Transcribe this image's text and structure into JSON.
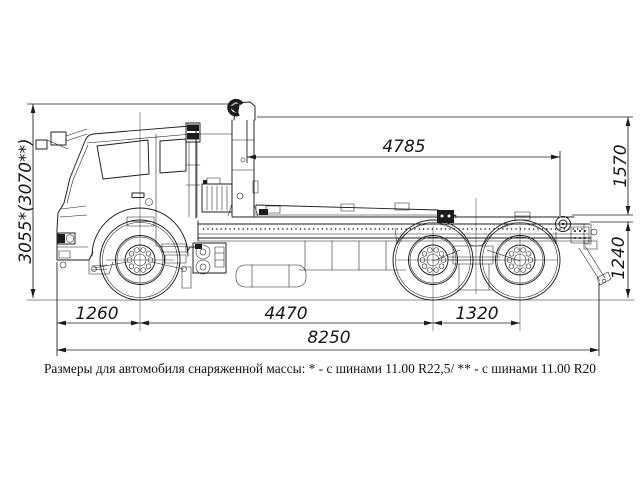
{
  "caption": "Размеры для автомобиля снаряженной массы: * - с шинами 11.00 R22,5/ ** - с шинами 11.00 R20",
  "dimensions": {
    "overall_height": "3055*(3070**)",
    "hook_to_roller_length": "4785",
    "hook_above_frame_height": "1570",
    "frame_loading_height": "1240",
    "front_overhang": "1260",
    "wheelbase": "4470",
    "rear_bogie_spread": "1320",
    "overall_length": "8250"
  }
}
